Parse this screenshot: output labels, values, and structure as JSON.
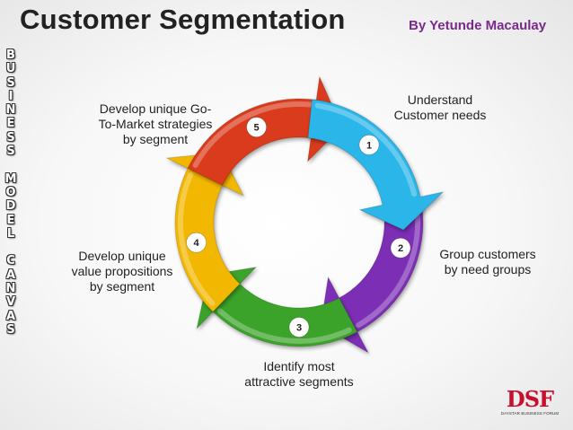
{
  "header": {
    "title": "Customer Segmentation",
    "author": "By Yetunde Macaulay"
  },
  "side_banner": {
    "words": [
      "BUSINESS",
      "MODEL",
      "CANVAS"
    ]
  },
  "cycle": {
    "steps": [
      {
        "number": "1",
        "label_lines": [
          "Understand",
          "Customer needs"
        ],
        "color": "#29b6e8"
      },
      {
        "number": "2",
        "label_lines": [
          "Group customers",
          "by need groups"
        ],
        "color": "#7b2fb5"
      },
      {
        "number": "3",
        "label_lines": [
          "Identify most",
          "attractive segments"
        ],
        "color": "#3aa32b"
      },
      {
        "number": "4",
        "label_lines": [
          "Develop unique",
          "value propositions",
          "by segment"
        ],
        "color": "#f2b705"
      },
      {
        "number": "5",
        "label_lines": [
          "Develop unique Go-",
          "To-Market strategies",
          "by segment"
        ],
        "color": "#d93a1a"
      }
    ]
  },
  "logo": {
    "mark": "DSF",
    "subtext": "DAYSTAR BUSINESS FORUM"
  }
}
